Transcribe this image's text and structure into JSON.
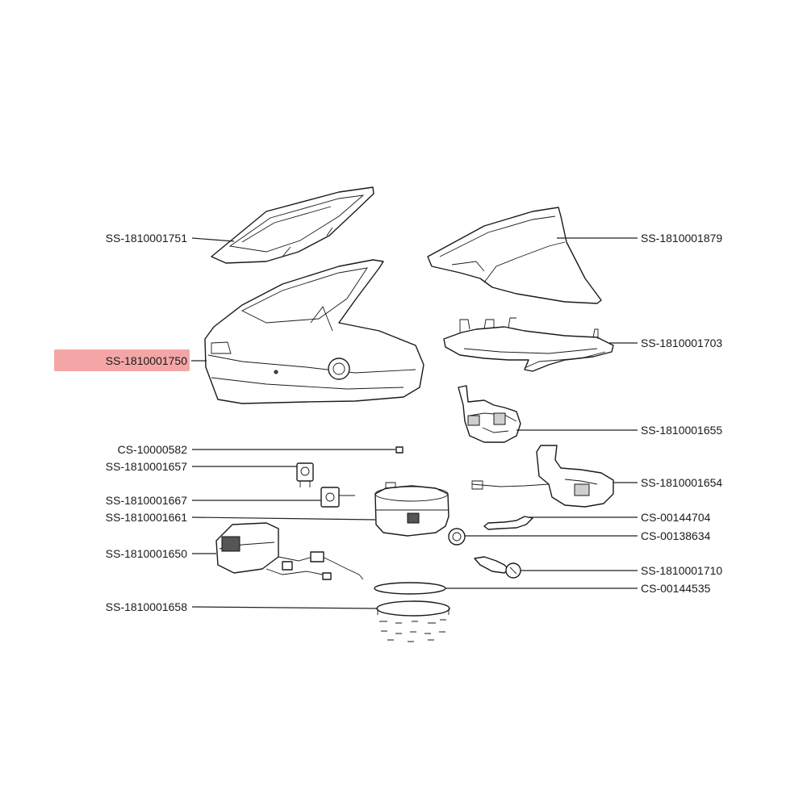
{
  "highlight_color": "#f4a6a6",
  "labels": {
    "ss_1810001751": "SS-1810001751",
    "ss_1810001879": "SS-1810001879",
    "ss_1810001703": "SS-1810001703",
    "ss_1810001750": "SS-1810001750",
    "ss_1810001655": "SS-1810001655",
    "cs_10000582": "CS-10000582",
    "ss_1810001657": "SS-1810001657",
    "ss_1810001654": "SS-1810001654",
    "ss_1810001667": "SS-1810001667",
    "cs_00144704": "CS-00144704",
    "ss_1810001661": "SS-1810001661",
    "cs_00138634": "CS-00138634",
    "ss_1810001650": "SS-1810001650",
    "ss_1810001710": "SS-1810001710",
    "cs_00144535": "CS-00144535",
    "ss_1810001658": "SS-1810001658"
  },
  "selected_part": "SS-1810001750"
}
